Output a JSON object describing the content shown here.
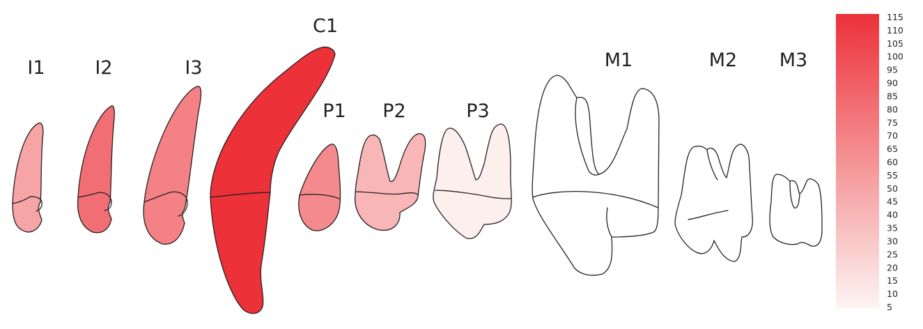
{
  "colors": {
    "scale_high": "#ec3139",
    "scale_low": "#fdf4f2",
    "outline": "#231f20"
  },
  "teeth": [
    {
      "id": "I1",
      "label": "I1",
      "value": 50
    },
    {
      "id": "I2",
      "label": "I2",
      "value": 80
    },
    {
      "id": "I3",
      "label": "I3",
      "value": 70
    },
    {
      "id": "C1",
      "label": "C1",
      "value": 115
    },
    {
      "id": "P1",
      "label": "P1",
      "value": 65
    },
    {
      "id": "P2",
      "label": "P2",
      "value": 40
    },
    {
      "id": "P3",
      "label": "P3",
      "value": 8
    },
    {
      "id": "M1",
      "label": "M1",
      "value": 0
    },
    {
      "id": "M2",
      "label": "M2",
      "value": 0
    },
    {
      "id": "M3",
      "label": "M3",
      "value": 0
    }
  ],
  "scale": {
    "min": 5,
    "max": 115,
    "labels": [
      "115",
      "110",
      "105",
      "100",
      "95",
      "90",
      "85",
      "80",
      "75",
      "70",
      "65",
      "60",
      "55",
      "50",
      "45",
      "40",
      "35",
      "30",
      "25",
      "20",
      "15",
      "10",
      "5"
    ]
  }
}
